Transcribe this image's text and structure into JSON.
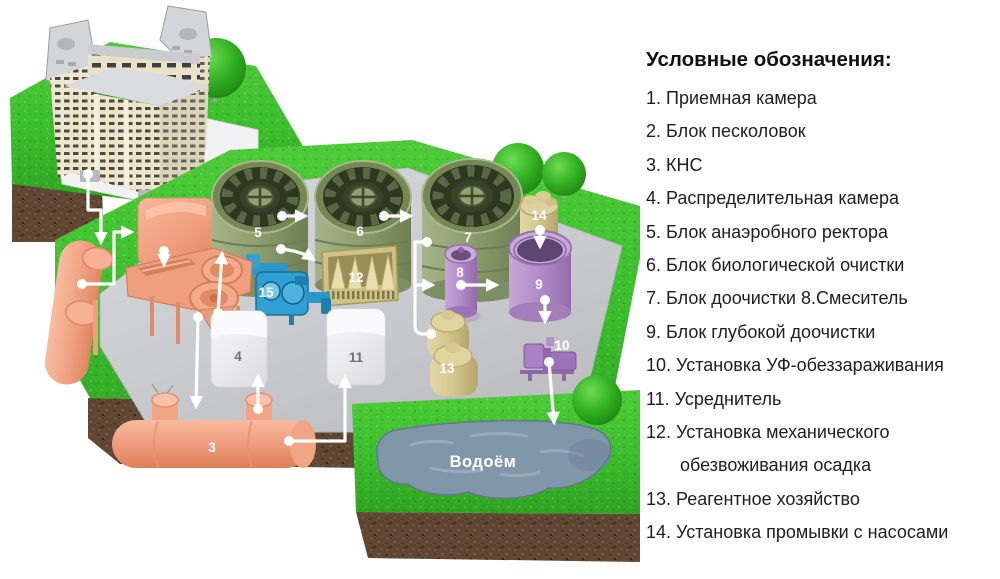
{
  "legend": {
    "title": "Условные обозначения:",
    "items": [
      "1. Приемная камера",
      "2. Блок песколовок",
      "3. КНС",
      "4. Распределительная камера",
      "5. Блок анаэробного ректора",
      "6. Блок биологической очистки",
      "7. Блок доочистки 8.Смеситель",
      "9. Блок глубокой доочистки",
      "10. Установка УФ-обеззараживания",
      "11. Усреднитель",
      "12. Установка механического обезвоживания осадка",
      "13. Реагентное хозяйство",
      "14. Установка промывки с насосами"
    ]
  },
  "diagram": {
    "pond_label": "Водоём",
    "markers": {
      "m3": "3",
      "m4": "4",
      "m5": "5",
      "m6": "6",
      "m7": "7",
      "m8": "8",
      "m9": "9",
      "m10": "10",
      "m11": "11",
      "m12": "12",
      "m13": "13",
      "m14": "14",
      "m15": "15"
    },
    "colors": {
      "grass": "#3cbf2d",
      "soil": "#5f4734",
      "concrete_pad": "#cdced2",
      "salmon_equipment": "#f2a384",
      "tank_green": "#8fa271",
      "khaki_equipment": "#d4c68b",
      "purple_equipment": "#b18bc9",
      "blue_equipment": "#2f9fd4",
      "water": "#8096a9",
      "arrow": "#ffffff",
      "legend_text": "#1e1e1e"
    }
  }
}
